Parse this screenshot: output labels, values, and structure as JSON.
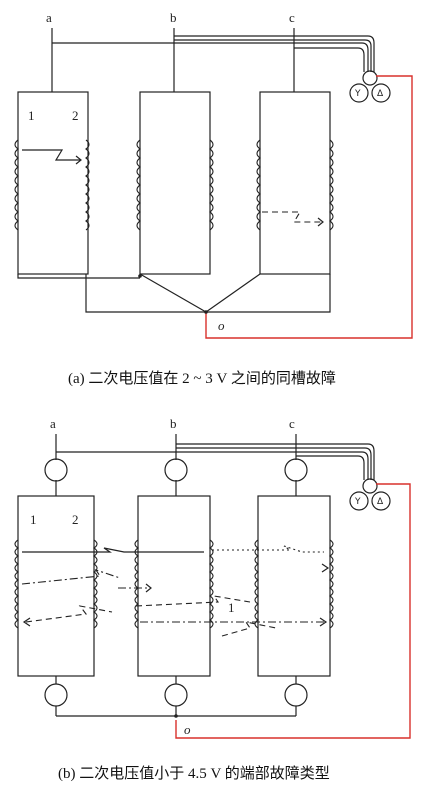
{
  "diagram_a": {
    "phase_a": "a",
    "phase_b": "b",
    "phase_c": "c",
    "winding_1": "1",
    "winding_2": "2",
    "neutral": "o",
    "caption": "(a) 二次电压值在 2 ~ 3 V 之间的同槽故障"
  },
  "diagram_b": {
    "phase_a": "a",
    "phase_b": "b",
    "phase_c": "c",
    "winding_1": "1",
    "winding_2": "2",
    "fault_mark": "1",
    "neutral": "o",
    "caption": "(b) 二次电压值小于 4.5 V 的端部故障类型"
  },
  "instrument": {
    "y_symbol": "Y",
    "delta_symbol": "Δ"
  },
  "colors": {
    "line": "#222222",
    "accent": "#d9302c",
    "background": "#ffffff"
  }
}
